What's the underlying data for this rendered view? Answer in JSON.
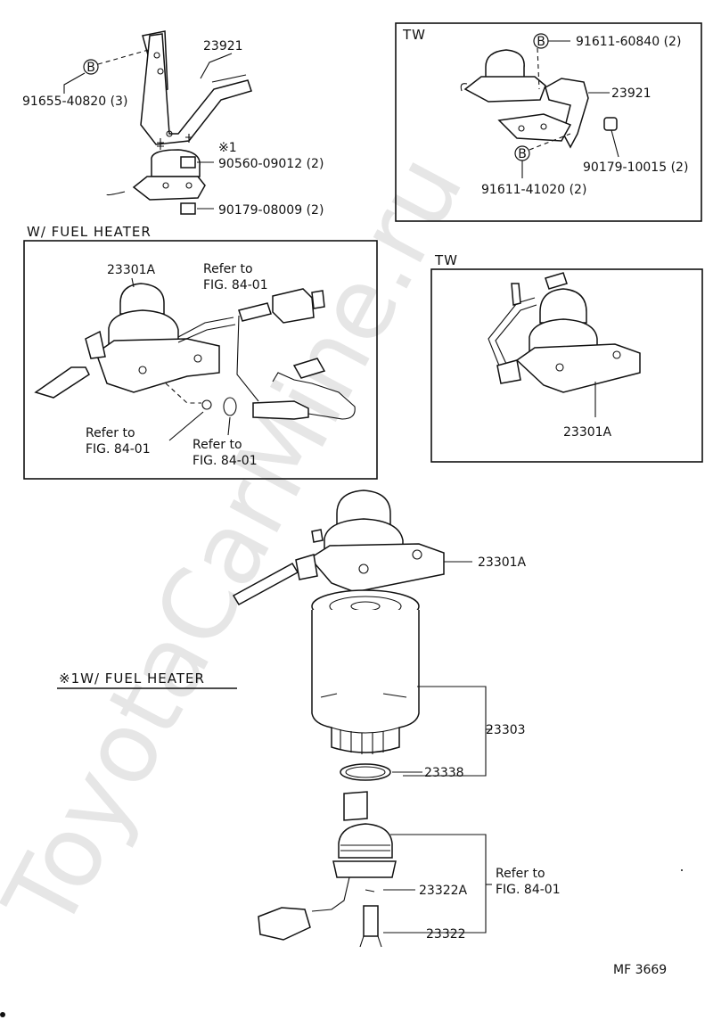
{
  "watermark": "ToyotaCarMine.ru",
  "bolt_symbol": "B",
  "sections": {
    "tw_top_title": "TW",
    "fuel_heater_title": "W/ FUEL HEATER",
    "tw_mid_title": "TW",
    "note1_title": "※1W/ FUEL HEATER"
  },
  "labels": {
    "bracket_main": "23921",
    "bolt_main": "91655-40820 (3)",
    "note_mark": "※1",
    "stud_main": "90560-09012 (2)",
    "nut_main": "90179-08009 (2)",
    "tw_bolt_top": "91611-60840 (2)",
    "tw_bracket": "23921",
    "tw_nut": "90179-10015 (2)",
    "tw_bolt_bottom": "91611-41020 (2)",
    "heater_filter_head": "23301A",
    "refer_top_1": "Refer to",
    "refer_top_2": "FIG. 84-01",
    "refer_left_1": "Refer to",
    "refer_left_2": "FIG. 84-01",
    "refer_mid_1": "Refer to",
    "refer_mid_2": "FIG. 84-01",
    "tw_filter_head": "23301A",
    "main_filter_head": "23301A",
    "element": "23303",
    "oring": "23338",
    "sensor_gasket": "23322A",
    "sensor": "23322",
    "refer_bottom_1": "Refer to",
    "refer_bottom_2": "FIG. 84-01",
    "figure_code": "MF  3669"
  }
}
